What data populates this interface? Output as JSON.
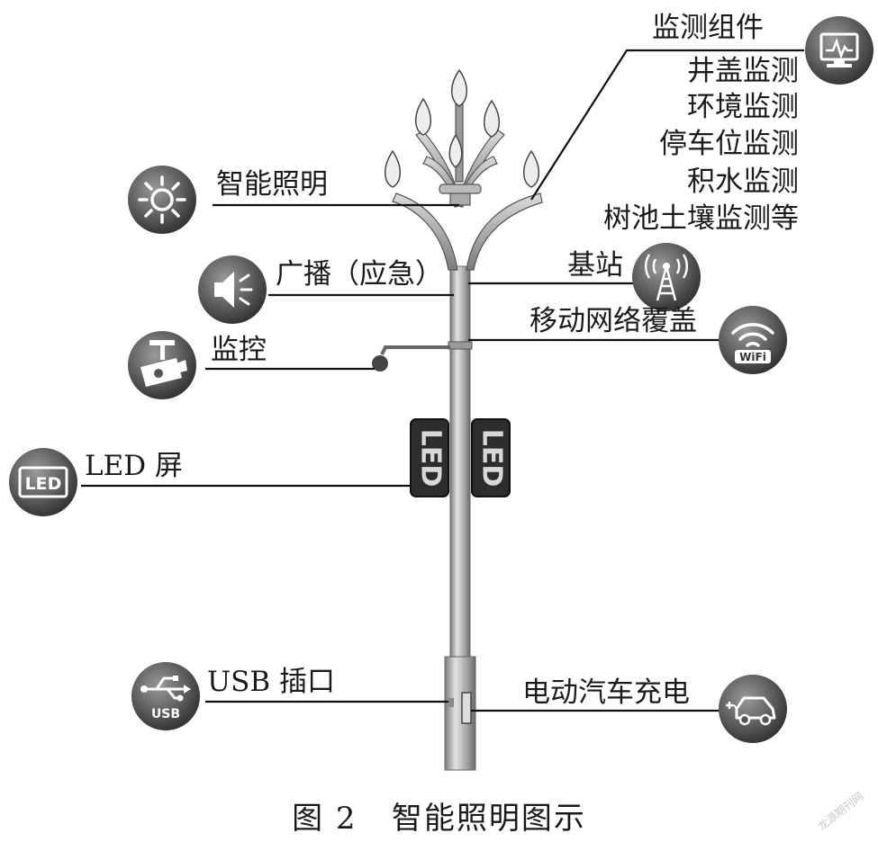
{
  "labels": {
    "monitoring_title": "监测组件",
    "monitoring_items": [
      "井盖监测",
      "环境监测",
      "停车位监测",
      "积水监测",
      "树池土壤监测等"
    ],
    "smart_lighting": "智能照明",
    "broadcast": "广播（应急）",
    "base_station": "基站",
    "mobile_network": "移动网络覆盖",
    "surveillance": "监控",
    "led_screen": "LED 屏",
    "usb_port": "USB 插口",
    "ev_charging": "电动汽车充电"
  },
  "screen_text": "LED",
  "icons": {
    "monitor": "monitor-icon",
    "wifi": "WiFi",
    "led": "LED",
    "usb": "USB"
  },
  "caption": "图 2   智能照明图示",
  "watermark": "龙源期刊网",
  "colors": {
    "line": "#111111",
    "icon_dark": "#4a4a4a",
    "icon_light": "#8a8a8a",
    "pole": "#b8b8b8"
  }
}
